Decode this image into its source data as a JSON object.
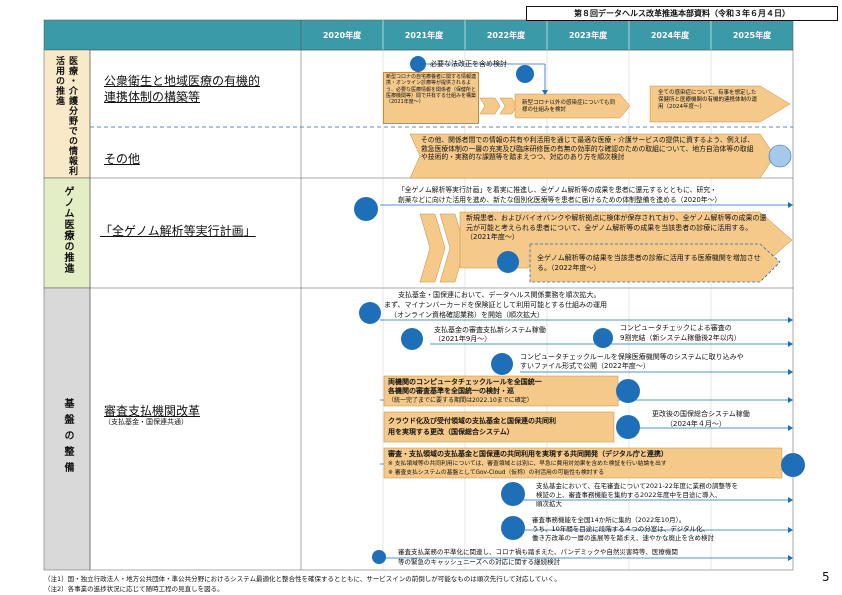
{
  "header": {
    "title_badge": "第８回データヘルス改革推進本部資料（令和３年６月４日）",
    "years": [
      "2020年度",
      "2021年度",
      "2022年度",
      "2023年度",
      "2024年度",
      "2025年度"
    ]
  },
  "categories": {
    "c1": "医療・介護分野での情報利活用の推進",
    "c2": "ゲノム医療の推進",
    "c3": "基盤の整備"
  },
  "sections": {
    "s1_title_a": "公衆衛生と地域医療の有機的",
    "s1_title_b": "連携体制の構築等",
    "s2_title": "その他",
    "s3_title": "「全ゲノム解析等実行計画」",
    "s4_title": "審査支払機関改革",
    "s4_sub": "（支払基金・国保連共通）"
  },
  "items": {
    "law": "必要な法改正を含め検討",
    "covid_box": "新型コロナの自宅療養者に関する情報連携・オンライン診療等が提供されるよう、必要な医療情報を関係者（保健所と医療機関等）間で共有する仕組みを構築（2021年度～）",
    "other_inf": "新型コロナ以外の感染症についても同様の仕組みを検討",
    "all_inf": "全ての感染症について、有事を想定した保健所と医療機関の有機的連携体制の運用（2024年度～）",
    "other_box": "その他、関係者間での情報の共有や利活用を通じて最適な医療・介護サービスの提供に資するよう、例えば、救急医療体制の一層の充実及び臨床研修医の有無の効率的な確認のための取組について、地方自治体等の取組や技術的・実務的な課題等を踏まえつつ、対応のあり方を順次検討",
    "genome_top_a": "「全ゲノム解析等実行計画」を着実に推進し、全ゲノム解析等の成果を患者に還元するとともに、研究・",
    "genome_top_b": "創薬などに向けた活用を進め、新たな個別化医療等を患者に届けるための体制整備を進める（2020年～）",
    "genome_box2": "新規患者、およびバイオバンクや解析拠点に検体が保存されており、全ゲノム解析等の成果の還元が可能と考えられる患者について、全ゲノム解析等の成果を当該患者の診療に活用する。（2021年度～）",
    "genome_box3": "全ゲノム解析等の結果を当該患者の診療に活用する医療機関を増加させる。（2022年度～）",
    "b1_a": "支払基金・国保連において、データヘルス関係業務を順次拡大。",
    "b1_b": "まず、マイナンバーカードを保険証として利用可能とする仕組みの運用",
    "b1_c": "（オンライン資格確認業務）を開始（順次拡大）",
    "b2_a": "支払基金の審査支払新システム稼働",
    "b2_b": "（2021年9月～）",
    "b3_a": "コンピュータチェックによる審査の",
    "b3_b": "9割完結（新システム稼働後2年以内）",
    "b4_a": "コンピュータチェックルールを保険医療機関等のシステムに取り込みや",
    "b4_b": "すいファイル形式で公開（2022年度～）",
    "b5_a": "両機関のコンピュータチェックルールを全国統一",
    "b5_b": "各機関の審査基準を全国統一の検討・巡",
    "b5_c": "（統一完了までに要する期間は2022.10までに確定）",
    "b6": "更改後の国保総合システム稼働",
    "b6_b": "（2024年４月～）",
    "b7_a": "クラウド化及び受付領域の支払基金と国保連の共同利",
    "b7_b": "用を実現する更改（国保総合システム）",
    "b8": "審査・支払領域の支払基金と国保連の共同利用を実現する共同開発（デジタル庁と連携）",
    "b8_n1": "※ 支払領域等の共同利用については、審査領域とは別に、早急に費用対効果を含めた検証を行い結論を出す",
    "b8_n2": "※ 審査支払システムの基盤としてGov-Cloud（仮称）の利活用の可能性も検討する",
    "b9_a": "支払基金において、在宅審査について2021-22年度に業務の調整等を",
    "b9_b": "検証の上、審査事務機能を集約する2022年度中を目途に導入、",
    "b9_c": "順次拡大",
    "b10_a": "審査事務機能を全国14か所に集約（2022年10月）。",
    "b10_b": "うち、10年間を目途に段階する４つの分室は、デジタル化、",
    "b10_c": "働き方改革の一層の進展等を踏まえ、速やかな廃止を含め検討",
    "b11_a": "審査支払業務の平準化に関連し、コロナ禍も踏まえた、パンデミックや自然災害時等、医療機関",
    "b11_b": "等の緊急のキャッシュニーズへの対応に関する継続検討"
  },
  "notes": {
    "n1": "（注1）国・独立行政法人・地方公共団体・準公共分野におけるシステム最適化と整合性を確保するとともに、サービスインの前倒しが可能なものは順次先行して対応していく。",
    "n2": "（注2）各事業の進捗状況に応じて随時工程の見直しを図る。"
  },
  "page_number": "5",
  "colors": {
    "header_teal": "#3a9aa7",
    "cat1_bg": "#f8e9c8",
    "cat2_bg": "#e3edc6",
    "cat3_bg": "#d9d9d9",
    "arrow_orange": "#f5c98a",
    "circle_blue": "#1f6fb8",
    "circle_light": "#a6c8ea"
  }
}
